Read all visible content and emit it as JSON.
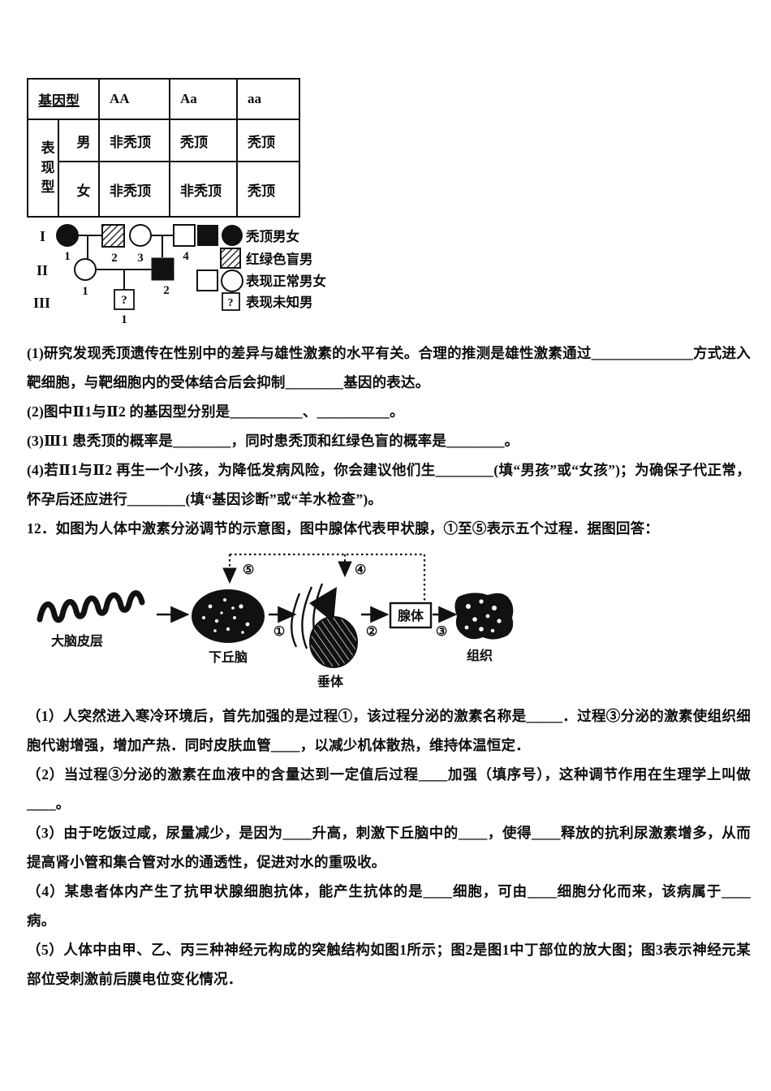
{
  "table": {
    "genotype_label": "基因型",
    "genotypes": [
      "AA",
      "Aa",
      "aa"
    ],
    "phenotype_label": "表\n现\n型",
    "rows": [
      {
        "sex": "男",
        "cells": [
          "非秃顶",
          "秃顶",
          "秃顶"
        ]
      },
      {
        "sex": "女",
        "cells": [
          "非秃顶",
          "非秃顶",
          "秃顶"
        ]
      }
    ]
  },
  "pedigree": {
    "generation_labels": [
      "I",
      "II",
      "III"
    ],
    "member_numbers": {
      "i1": "1",
      "i2": "2",
      "i3": "3",
      "i4": "4",
      "ii1": "1",
      "ii2": "2",
      "iii1": "1"
    },
    "unknown_mark": "?",
    "legend": [
      {
        "symbols": [
          "filled-square-icon",
          "filled-circle-icon"
        ],
        "label": "秃顶男女"
      },
      {
        "symbols": [
          "hatched-square-icon"
        ],
        "label": "红绿色盲男"
      },
      {
        "symbols": [
          "open-square-icon",
          "open-circle-icon"
        ],
        "label": "表现正常男女"
      },
      {
        "symbols": [
          "question-square-icon"
        ],
        "label": "表现未知男"
      }
    ],
    "legend_question_mark": "?"
  },
  "q11": {
    "parts": [
      "(1)研究发现秃顶遗传在性别中的差异与雄性激素的水平有关。合理的推测是雄性激素通过______________方式进入靶细胞，与靶细胞内的受体结合后会抑制________基因的表达。",
      "(2)图中Ⅱ1与Ⅱ2 的基因型分别是__________、__________。",
      "(3)Ⅲ1 患秃顶的概率是________，同时患秃顶和红绿色盲的概率是________。",
      "(4)若Ⅱ1与Ⅱ2 再生一个小孩，为降低发病风险，你会建议他们生________(填“男孩”或“女孩”)；为确保子代正常，怀孕后还应进行________(填“基因诊断”或“羊水检查”)。"
    ]
  },
  "q12": {
    "stem": "12．如图为人体中激素分泌调节的示意图，图中腺体代表甲状腺，①至⑤表示五个过程．据图回答：",
    "diagram": {
      "nodes": {
        "cortex": "大脑皮层",
        "hypothalamus": "下丘脑",
        "pituitary": "垂体",
        "gland": "腺体",
        "tissue": "组织"
      },
      "process_labels": {
        "p1": "①",
        "p2": "②",
        "p3": "③",
        "p4": "④",
        "p5": "⑤"
      }
    },
    "parts": [
      "（1）人突然进入寒冷环境后，首先加强的是过程①，该过程分泌的激素名称是_____．过程③分泌的激素使组织细胞代谢增强，增加产热．同时皮肤血管____，以减少机体散热，维持体温恒定．",
      "（2）当过程③分泌的激素在血液中的含量达到一定值后过程____加强（填序号），这种调节作用在生理学上叫做____。",
      "（3）由于吃饭过咸，尿量减少，是因为____升高，刺激下丘脑中的____，使得____释放的抗利尿激素增多，从而提高肾小管和集合管对水的通透性，促进对水的重吸收。",
      "（4）某患者体内产生了抗甲状腺细胞抗体，能产生抗体的是____细胞，可由____细胞分化而来，该病属于____病。",
      "（5）人体中由甲、乙、丙三种神经元构成的突触结构如图1所示；图2是图1中丁部位的放大图；图3表示神经元某部位受刺激前后膜电位变化情况．"
    ]
  }
}
